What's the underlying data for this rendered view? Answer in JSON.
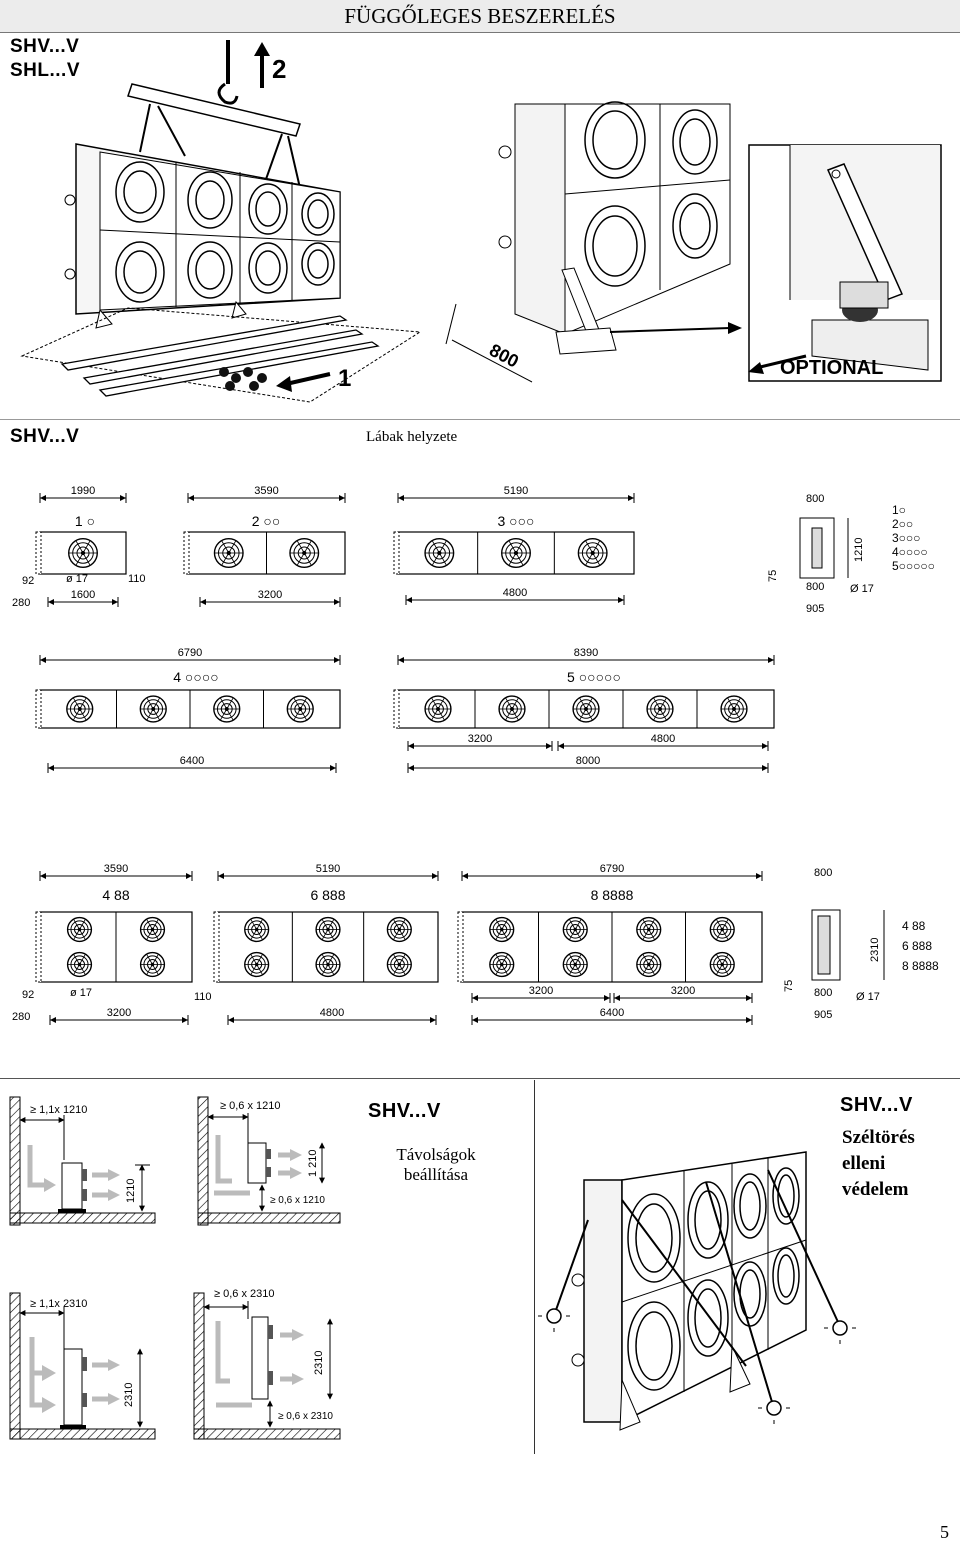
{
  "header": {
    "title": "FÜGGŐLEGES BESZERELÉS"
  },
  "install": {
    "model_v": "SHV...V",
    "model_l": "SHL...V",
    "step_1": "1",
    "step_2": "2",
    "dim_800": "800",
    "optional": "OPTIONAL"
  },
  "legs": {
    "model": "SHV...V",
    "title": "Lábak helyzete",
    "row1": [
      {
        "total": "1990",
        "label": "1",
        "marks": "○",
        "span": "1600"
      },
      {
        "total": "3590",
        "label": "2",
        "marks": "○○",
        "span": "3200"
      },
      {
        "total": "5190",
        "label": "3",
        "marks": "○○○",
        "span": "4800"
      }
    ],
    "row1_extra": {
      "d92": "92",
      "d110": "110",
      "d280": "280",
      "hole": "ø 17"
    },
    "side_top": {
      "w800": "800",
      "h1210": "1210",
      "d75": "75",
      "b800": "800",
      "b905": "905",
      "hole": "Ø 17"
    },
    "legend": [
      "1○",
      "2○○",
      "3○○○",
      "4○○○○",
      "5○○○○○"
    ],
    "row2": [
      {
        "total": "6790",
        "label": "4",
        "marks": "○○○○",
        "span": "6400"
      },
      {
        "total": "8390",
        "label": "5",
        "marks": "○○○○○",
        "span_a": "3200",
        "span_b": "4800",
        "span": "8000"
      }
    ],
    "row3": [
      {
        "total": "3590",
        "label": "4",
        "marks": "88",
        "span": "3200"
      },
      {
        "total": "5190",
        "label": "6",
        "marks": "888",
        "span": "4800"
      },
      {
        "total": "6790",
        "label": "8",
        "marks": "8888",
        "span_a": "3200",
        "span_b": "3200",
        "span": "6400"
      }
    ],
    "row3_extra": {
      "d92": "92",
      "d110": "110",
      "d280": "280",
      "hole": "ø 17"
    },
    "side_bottom": {
      "w800": "800",
      "h2310": "2310",
      "d75": "75",
      "b800": "800",
      "b905": "905",
      "hole": "Ø 17"
    },
    "legend2": [
      "4 88",
      "6 888",
      "8 8888"
    ]
  },
  "clearance": {
    "model": "SHV...V",
    "title_1": "Távolságok",
    "title_2": "beállítása",
    "a": {
      "top": "≥ 1,1x 1210",
      "h": "1210"
    },
    "b": {
      "top": "≥ 0,6 x 1210",
      "h": "1 210",
      "bottom": "≥ 0,6 x 1210"
    },
    "c": {
      "top": "≥ 1,1x 2310",
      "h": "2310"
    },
    "d": {
      "top": "≥ 0,6 x 2310",
      "h": "2310",
      "bottom": "≥ 0,6 x 2310"
    }
  },
  "wind": {
    "model": "SHV...V",
    "line1": "Széltörés",
    "line2": "elleni",
    "line3": "védelem"
  },
  "page_number": "5"
}
